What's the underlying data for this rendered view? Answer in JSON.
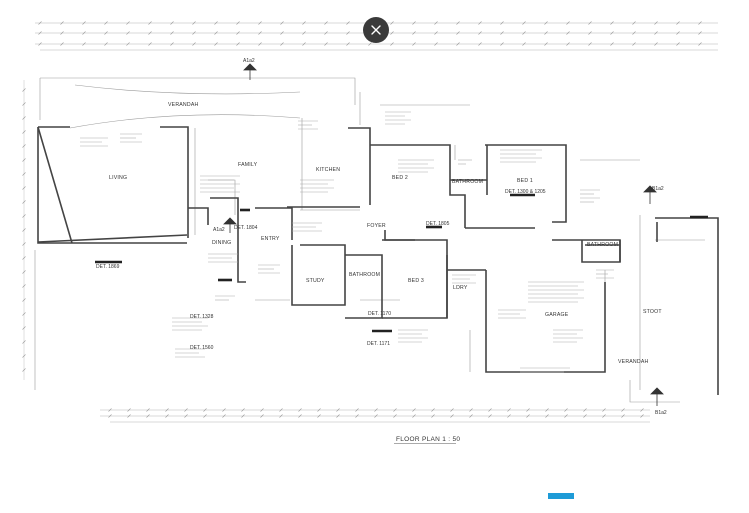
{
  "viewer": {
    "close_icon": "close-icon",
    "accent_color": "#1e9bd7"
  },
  "plan": {
    "title": "FLOOR PLAN  1 : 50",
    "rooms": {
      "verandah_north": "VERANDAH",
      "family": "FAMILY",
      "kitchen": "KITCHEN",
      "living": "LIVING",
      "dining": "DINING",
      "entry": "ENTRY",
      "foyer": "FOYER",
      "study": "STUDY",
      "bathroom_center": "BATHROOM",
      "bed2": "BED 2",
      "bed3": "BED 3",
      "bathroom_ensuite": "BATHROOM",
      "bed1": "BED 1",
      "ldry": "LDRY",
      "garage": "GARAGE",
      "bathroom_east": "BATHROOM",
      "verandah_south": "VERANDAH",
      "stoot": "STOOT"
    },
    "details": {
      "det_1869": "DET. 1869",
      "det_1804": "DET. 1804",
      "det_1805": "DET. 1805",
      "det_1300_1205": "DET. 1300 & 1205",
      "det_1328": "DET. 1328",
      "det_1560": "DET. 1560",
      "det_1171": "DET. 1171",
      "det_1170": "DET. 1170"
    },
    "markers": {
      "a1a2_top": "A1a2",
      "a1a2_mid": "A1a2",
      "b1a2_right": "B1a2",
      "b1a2_bottom": "B1a2"
    }
  }
}
